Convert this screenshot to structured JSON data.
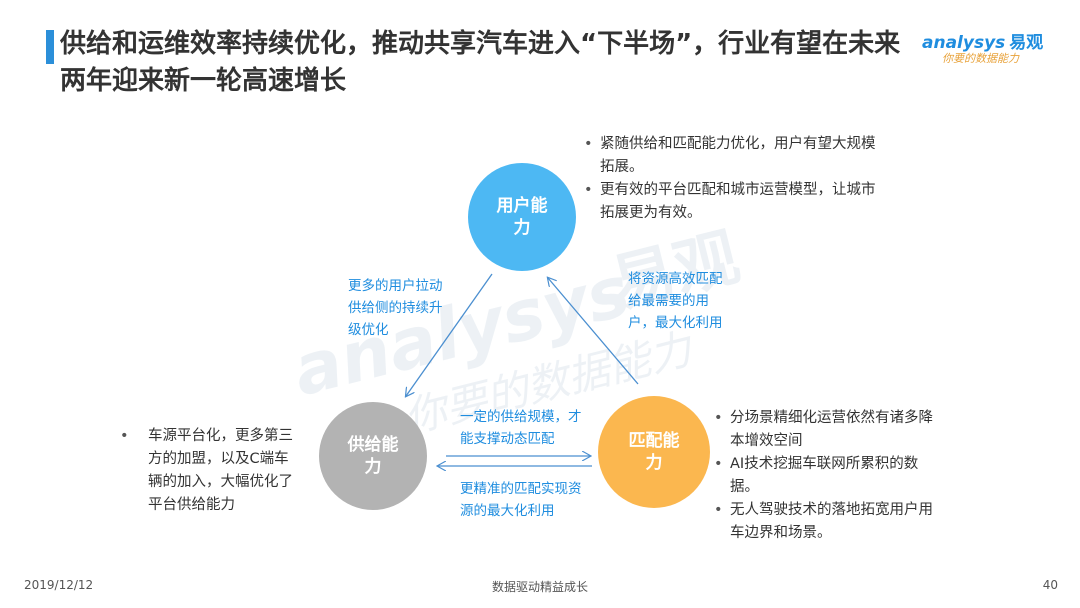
{
  "title": "供给和运维效率持续优化，推动共享汽车进入“下半场”，行业有望在未来两年迎来新一轮高速增长",
  "logo": {
    "main": "analysys",
    "cn": "易观",
    "sub": "你要的数据能力"
  },
  "watermark": {
    "main": "analysys",
    "cn": "易观",
    "sub": "你要的数据能力"
  },
  "nodes": {
    "user": "用户能力",
    "supply": "供给能力",
    "match": "匹配能力"
  },
  "user_points": [
    "紧随供给和匹配能力优化，用户有望大规模拓展。",
    "更有效的平台匹配和城市运营模型，让城市拓展更为有效。"
  ],
  "supply_points": [
    "车源平台化，更多第三方的加盟，以及C端车辆的加入，大幅优化了平台供给能力"
  ],
  "match_points": [
    "分场景精细化运营依然有诸多降本增效空间",
    "AI技术挖掘车联网所累积的数据。",
    "无人驾驶技术的落地拓宽用户用车边界和场景。"
  ],
  "flows": {
    "user_to_supply": "更多的用户拉动供给侧的持续升级优化",
    "match_to_user": "将资源高效匹配给最需要的用户，最大化利用",
    "supply_to_match": "一定的供给规模，才能支撑动态匹配",
    "match_to_supply": "更精准的匹配实现资源的最大化利用"
  },
  "footer": {
    "date": "2019/12/12",
    "center": "数据驱动精益成长",
    "page": "40"
  },
  "colors": {
    "accent": "#2b8fd9",
    "user_circle": "#4db8f3",
    "supply_circle": "#b3b3b3",
    "match_circle": "#fbb74f",
    "flow_text": "#1f8ddf"
  }
}
